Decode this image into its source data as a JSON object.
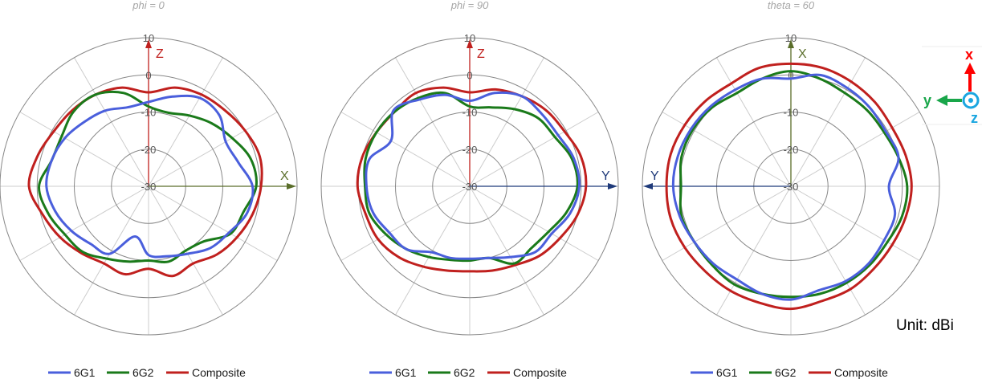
{
  "unit_label": "Unit: dBi",
  "colors": {
    "6G1": "#4a5fdc",
    "6G2": "#1a7a1a",
    "Composite": "#c0201e",
    "grid": "#888888",
    "spoke": "#cccccc"
  },
  "orientation_inset": {
    "x_label": "x",
    "y_label": "y",
    "z_label": "z",
    "x_color": "#ff0000",
    "y_color": "#19a64a",
    "z_color": "#1aa6e0"
  },
  "chart_data": [
    {
      "type": "polar-line",
      "title": "phi = 0",
      "radial_ticks": [
        "10",
        "0",
        "-10",
        "-20",
        "-30"
      ],
      "rlim": [
        -30,
        10
      ],
      "grid": true,
      "axes": {
        "up": {
          "label": "Z",
          "color": "#c0201e"
        },
        "right": {
          "label": "X",
          "color": "#5a6e2a"
        }
      },
      "angles_deg": [
        0,
        15,
        30,
        45,
        60,
        75,
        90,
        105,
        120,
        135,
        150,
        165,
        180,
        195,
        210,
        225,
        240,
        255,
        270,
        285,
        300,
        315,
        330,
        345
      ],
      "series": [
        {
          "name": "6G1",
          "values": [
            -7.3,
            -5,
            -2.5,
            -3,
            -6,
            -5,
            -2,
            -2.5,
            -5,
            -6.5,
            -9,
            -10.5,
            -11.5,
            -16,
            -9,
            -8,
            -6,
            -4,
            -2.5,
            -3,
            -4,
            -5.5,
            -6.5,
            -8
          ]
        },
        {
          "name": "6G2",
          "values": [
            -8.5,
            -9.5,
            -8,
            -6,
            -4,
            -1.5,
            -1,
            -3.5,
            -4.5,
            -9,
            -10,
            -9,
            -10,
            -9,
            -7.5,
            -5,
            -4,
            -2,
            -0.5,
            -3,
            -3,
            -1.5,
            -1.5,
            -4
          ]
        },
        {
          "name": "Composite",
          "values": [
            -4.7,
            -2.5,
            -1.5,
            -1,
            0,
            1,
            0.3,
            -1,
            -2.5,
            -4,
            -6,
            -5,
            -7.8,
            -5.5,
            -6,
            -4.5,
            -2.5,
            -0.5,
            2.2,
            1,
            -0.5,
            -1,
            -1.5,
            -2.5
          ]
        }
      ],
      "legend": "bottom"
    },
    {
      "type": "polar-line",
      "title": "phi = 90",
      "radial_ticks": [
        "10",
        "0",
        "-10",
        "-20",
        "-30"
      ],
      "rlim": [
        -30,
        10
      ],
      "grid": true,
      "axes": {
        "up": {
          "label": "Z",
          "color": "#c0201e"
        },
        "right": {
          "label": "Y",
          "color": "#1f3a7a"
        }
      },
      "angles_deg": [
        0,
        15,
        30,
        45,
        60,
        75,
        90,
        105,
        120,
        135,
        150,
        165,
        180,
        195,
        210,
        225,
        240,
        255,
        270,
        285,
        300,
        315,
        330,
        345
      ],
      "series": [
        {
          "name": "6G1",
          "values": [
            -7,
            -4,
            -2,
            -2.5,
            -2.5,
            -1,
            -0.5,
            -2,
            -4.5,
            -5,
            -8,
            -10,
            -10.5,
            -10,
            -9.5,
            -6,
            -5,
            -3,
            -2.2,
            -2,
            -5.5,
            -1,
            -3,
            -4.5
          ]
        },
        {
          "name": "6G2",
          "values": [
            -8.5,
            -8,
            -6,
            -4,
            -3.5,
            -1.5,
            -1,
            -3,
            -5.5,
            -6.5,
            -6,
            -10,
            -10,
            -9.5,
            -8,
            -6,
            -4,
            -2,
            -1.8,
            -1,
            -1,
            -1.5,
            -2.5,
            -4
          ]
        },
        {
          "name": "Composite",
          "values": [
            -4.7,
            -3,
            -2,
            -1,
            -0.5,
            1,
            1.3,
            0,
            -2,
            -3.5,
            -5.5,
            -6.5,
            -7.1,
            -6.5,
            -5,
            -3,
            -1.5,
            -1,
            0.2,
            0,
            -1,
            -1.5,
            -1,
            -2.5
          ]
        }
      ],
      "legend": "bottom"
    },
    {
      "type": "polar-line",
      "title": "theta = 60",
      "radial_ticks": [
        "10",
        "0",
        "-10",
        "-20",
        "-30"
      ],
      "rlim": [
        -30,
        10
      ],
      "grid": true,
      "axes": {
        "up": {
          "label": "X",
          "color": "#5a6e2a"
        },
        "left": {
          "label": "Y",
          "color": "#1f3a7a"
        }
      },
      "angles_deg": [
        0,
        15,
        30,
        45,
        60,
        75,
        90,
        105,
        120,
        135,
        150,
        165,
        180,
        195,
        210,
        225,
        240,
        255,
        270,
        285,
        300,
        315,
        330,
        345
      ],
      "series": [
        {
          "name": "6G1",
          "values": [
            -1,
            1,
            0.5,
            0,
            -0.5,
            0,
            -3.6,
            -1,
            -1,
            -0.5,
            -0.5,
            -1,
            0.5,
            0,
            -1,
            -0.5,
            0,
            1,
            1.7,
            1.5,
            1,
            0.5,
            0,
            0
          ]
        },
        {
          "name": "6G2",
          "values": [
            1,
            0,
            -1,
            -1,
            -1,
            0,
            1.3,
            1,
            0,
            0,
            0,
            0,
            -0.2,
            0,
            0.5,
            0,
            0,
            0.5,
            -0.4,
            0.5,
            0.5,
            0,
            -1,
            0
          ]
        },
        {
          "name": "Composite",
          "values": [
            3,
            3,
            2.5,
            2,
            1.5,
            2,
            2.5,
            2,
            1.5,
            1.5,
            2,
            2,
            3,
            2.5,
            2.5,
            2.5,
            3,
            3.5,
            3.5,
            3.5,
            3,
            2.5,
            2,
            3
          ]
        }
      ],
      "legend": "bottom"
    }
  ]
}
